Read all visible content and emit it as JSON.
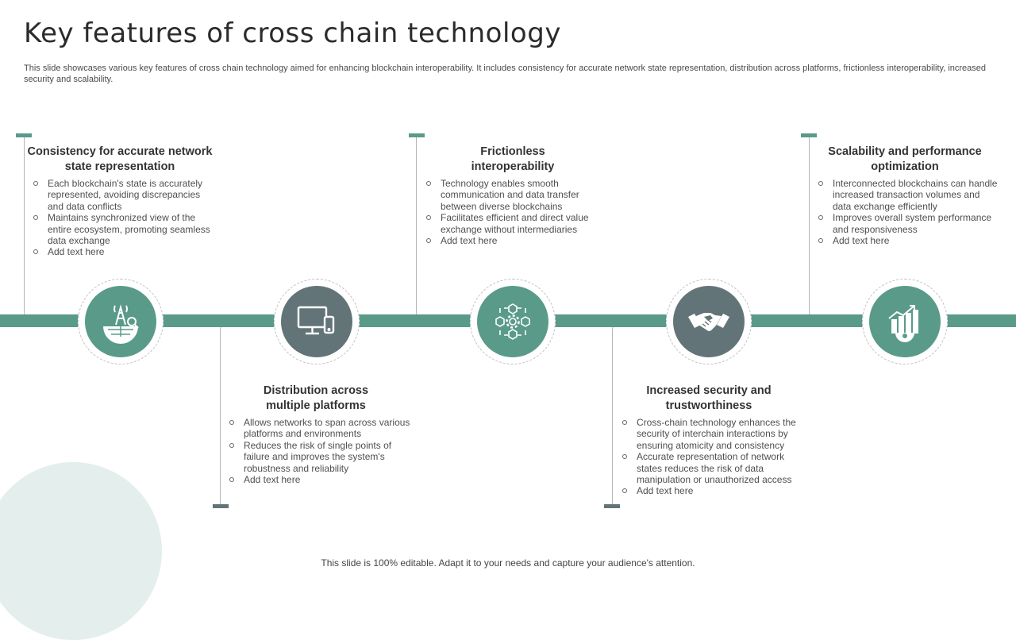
{
  "title": "Key features of cross chain technology",
  "subtitle": "This slide showcases various key features of cross chain technology aimed for enhancing blockchain interoperability. It includes consistency for accurate network state representation, distribution across platforms, frictionless interoperability, increased security and scalability.",
  "footer": "This slide is 100% editable. Adapt it to your needs and capture your audience's attention.",
  "colors": {
    "teal": "#5a9a89",
    "slate": "#637478",
    "deco": "#e4eeec"
  },
  "features": [
    {
      "title": "Consistency for accurate network state representation",
      "icon": "globe-signal-icon",
      "bullets": [
        "Each blockchain's state is accurately represented, avoiding discrepancies and data conflicts",
        "Maintains synchronized view of the entire ecosystem, promoting seamless data exchange",
        "Add text here"
      ]
    },
    {
      "title": "Distribution across multiple platforms",
      "icon": "monitor-phone-icon",
      "bullets": [
        "Allows networks to span across various platforms and environments",
        "Reduces the risk of single points of failure and improves the system's robustness and reliability",
        "Add text here"
      ]
    },
    {
      "title": "Frictionless interoperability",
      "icon": "cube-network-icon",
      "bullets": [
        "Technology enables smooth communication and data transfer between diverse blockchains",
        "Facilitates efficient and direct value exchange without intermediaries",
        "Add text here"
      ]
    },
    {
      "title": "Increased security and trustworthiness",
      "icon": "handshake-icon",
      "bullets": [
        "Cross-chain technology enhances the security of interchain interactions by ensuring atomicity and consistency",
        "Accurate representation of network states reduces the risk of data manipulation or unauthorized access",
        "Add text here"
      ]
    },
    {
      "title": "Scalability and performance optimization",
      "icon": "growth-chart-gear-icon",
      "bullets": [
        "Interconnected blockchains can handle increased transaction volumes and data exchange efficiently",
        "Improves overall system performance and responsiveness",
        "Add text here"
      ]
    }
  ]
}
